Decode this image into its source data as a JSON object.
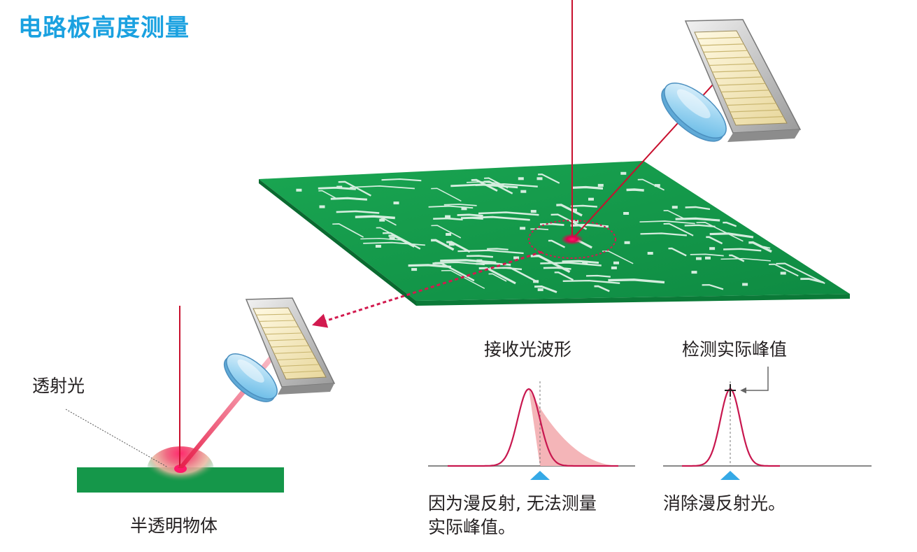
{
  "title": "电路板高度测量",
  "labels": {
    "transmitted_light": "透射光",
    "translucent_object": "半透明物体",
    "received_waveform": "接收光波形",
    "detect_actual_peak": "检测实际峰值",
    "caption_left_line1": "因为漫反射, 无法测量",
    "caption_left_line2": "实际峰值。",
    "caption_right": "消除漫反射光。"
  },
  "colors": {
    "title": "#1aa1e0",
    "laser": "#c8102e",
    "spot": "#e6005a",
    "board_green": "#0f9447",
    "curve": "#c8174f",
    "scatter_fill": "#f4b5b8",
    "marker_blue": "#35a9e6"
  }
}
